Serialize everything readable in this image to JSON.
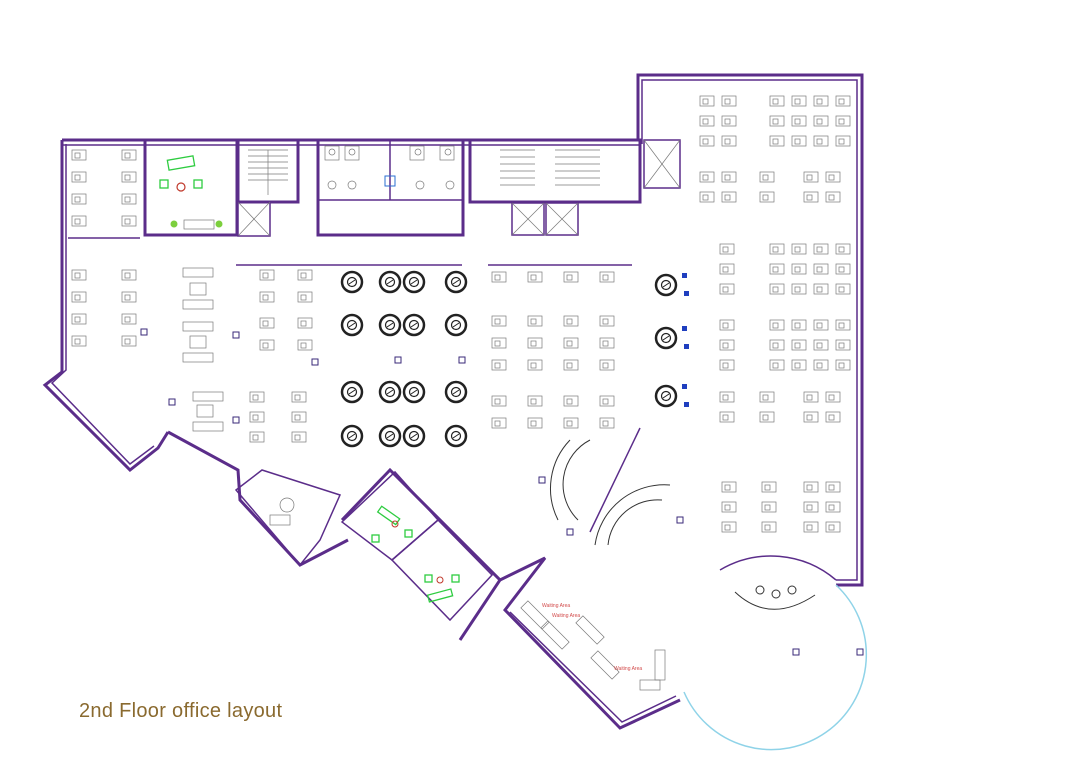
{
  "caption": "2nd Floor office layout",
  "room_labels": {
    "waiting_area_1": "Waiting Area",
    "waiting_area_2": "Waiting Area",
    "waiting_area_3": "Waiting Area"
  },
  "colors": {
    "wall": "#5b2d8a",
    "caption": "#8a6a2f",
    "glass": "#8fd3e8",
    "plant": "#7ccf3d",
    "chair_accent": "#1f3fbf",
    "label": "#d24a4a"
  }
}
